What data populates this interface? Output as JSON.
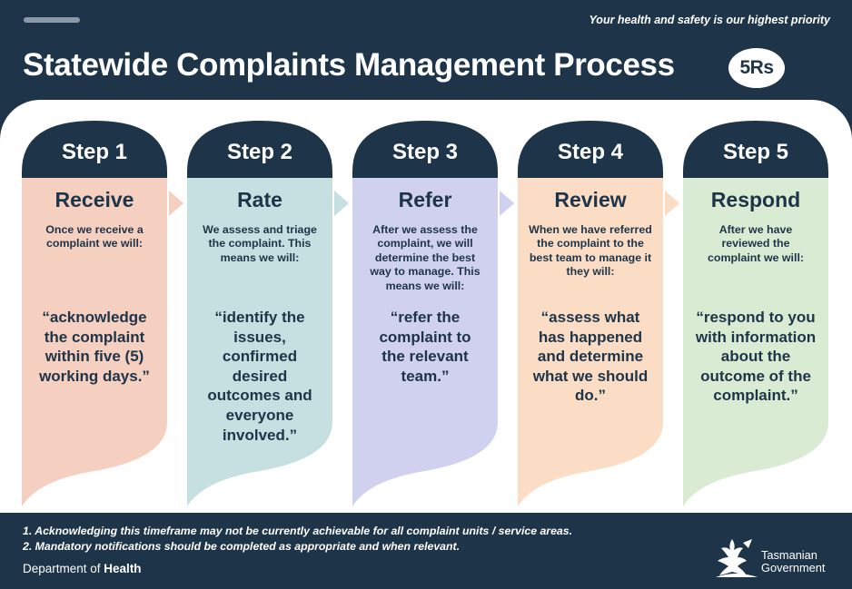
{
  "header": {
    "tagline": "Your health and safety is our highest priority",
    "title": "Statewide Complaints Management Process",
    "badge": "5Rs"
  },
  "steps": [
    {
      "step": "Step 1",
      "name": "Receive",
      "description": "Once we receive a complaint we will:",
      "quote": "“acknowledge the complaint within five (5) working days.”",
      "color": "#f5cfc0"
    },
    {
      "step": "Step 2",
      "name": "Rate",
      "description": "We assess and triage the complaint. This means we will:",
      "quote": "“identify the issues, confirmed desired outcomes and everyone involved.”",
      "color": "#c6dfe0"
    },
    {
      "step": "Step 3",
      "name": "Refer",
      "description": "After we assess the complaint, we will determine the best way to manage. This means we will:",
      "quote": "“refer the complaint to the relevant team.”",
      "color": "#cfd1ee"
    },
    {
      "step": "Step 4",
      "name": "Review",
      "description": "When we have referred the complaint to the best team to manage it they will:",
      "quote": "“assess what has happened and determine what we should do.”",
      "color": "#fbdcc5"
    },
    {
      "step": "Step 5",
      "name": "Respond",
      "description": "After we have reviewed the complaint we will:",
      "quote": "“respond to you with information about the outcome of the complaint.”",
      "color": "#d9ecd3"
    }
  ],
  "footer": {
    "note1": "1. Acknowledging this timeframe may not be currently achievable for all complaint units / service areas.",
    "note2": "2. Mandatory notifications should be completed as appropriate and when relevant.",
    "department_prefix": "Department of ",
    "department_bold": "Health",
    "government_line1": "Tasmanian",
    "government_line2": "Government"
  },
  "colors": {
    "navy": "#1e3448",
    "white": "#ffffff"
  },
  "icons": {
    "government_logo": "tasmanian-government-logo"
  }
}
